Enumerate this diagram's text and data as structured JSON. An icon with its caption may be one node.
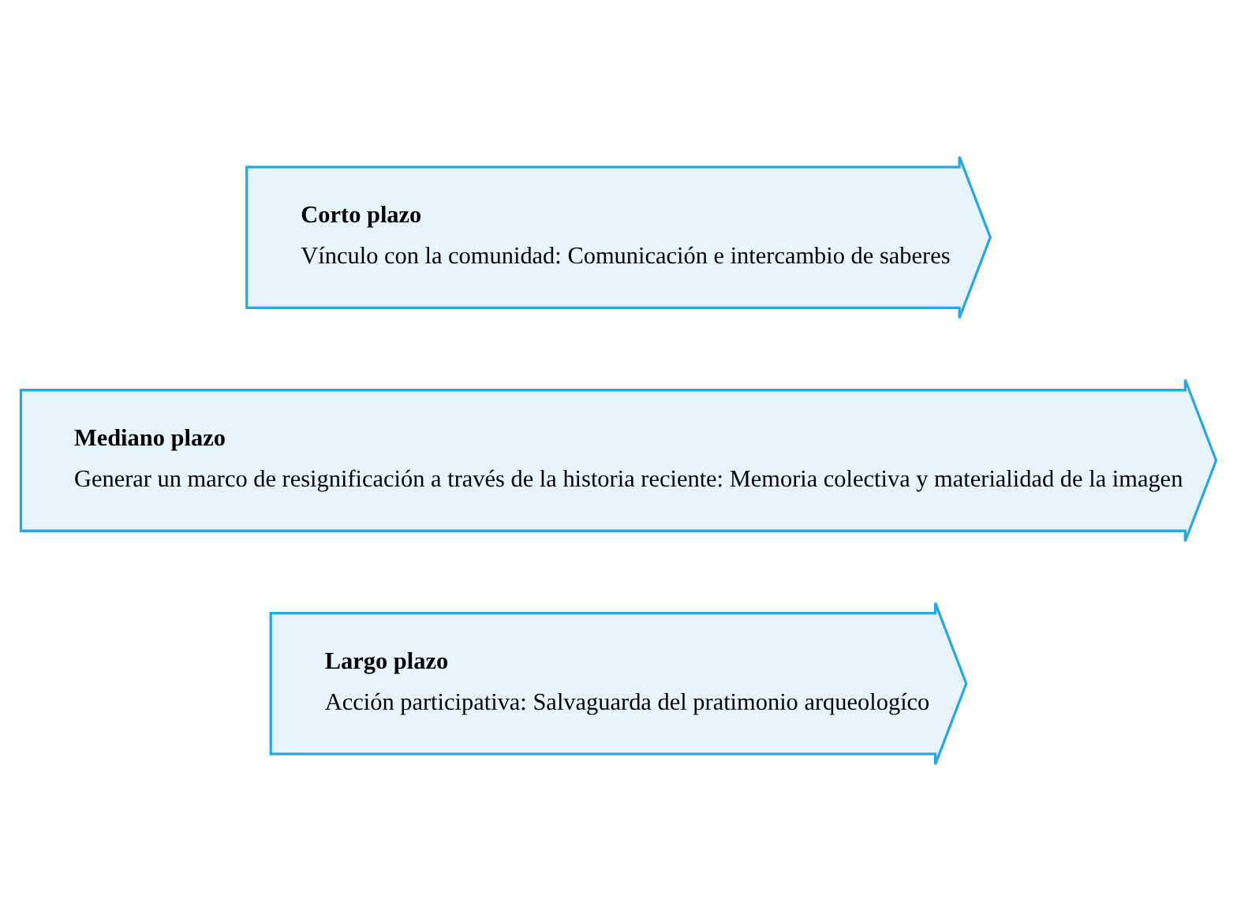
{
  "diagram": {
    "nodes": [
      {
        "text": [
          "Corto plazo",
          "Vínculo con la comunidad: Comunicación e intercambio de saberes"
        ]
      },
      {
        "text": [
          "Mediano plazo",
          "Generar un marco de resignificación a través de la historia reciente: Memoria colectiva y materialidad de la imagen"
        ]
      },
      {
        "text": [
          "Largo plazo",
          "Acción participativa: Salvaguarda del pratimonio arqueologíco"
        ]
      }
    ],
    "edges": []
  }
}
